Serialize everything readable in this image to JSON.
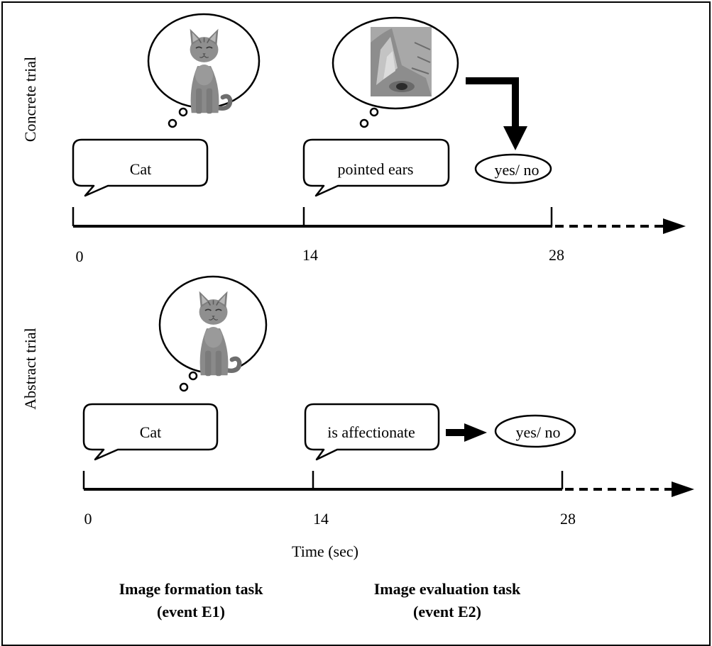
{
  "rows": {
    "concrete": {
      "trial_label": "Concrete trial",
      "cue_word": "Cat",
      "probe_text": "pointed ears",
      "response_text": "yes/ no",
      "ticks": [
        "0",
        "14",
        "28"
      ]
    },
    "abstract": {
      "trial_label": "Abstract trial",
      "cue_word": "Cat",
      "probe_text": "is affectionate",
      "response_text": "yes/ no",
      "ticks": [
        "0",
        "14",
        "28"
      ]
    }
  },
  "x_axis_label": "Time (sec)",
  "tasks": {
    "e1": {
      "title": "Image formation task",
      "event": "(event E1)"
    },
    "e2": {
      "title": "Image evaluation task",
      "event": "(event E2)"
    }
  },
  "icons": {
    "cat": "cat-icon",
    "cat_ear": "cat-ear-closeup-icon"
  },
  "colors": {
    "ink": "#000000",
    "cat_fur": "#8a8a8a",
    "background": "#ffffff"
  }
}
